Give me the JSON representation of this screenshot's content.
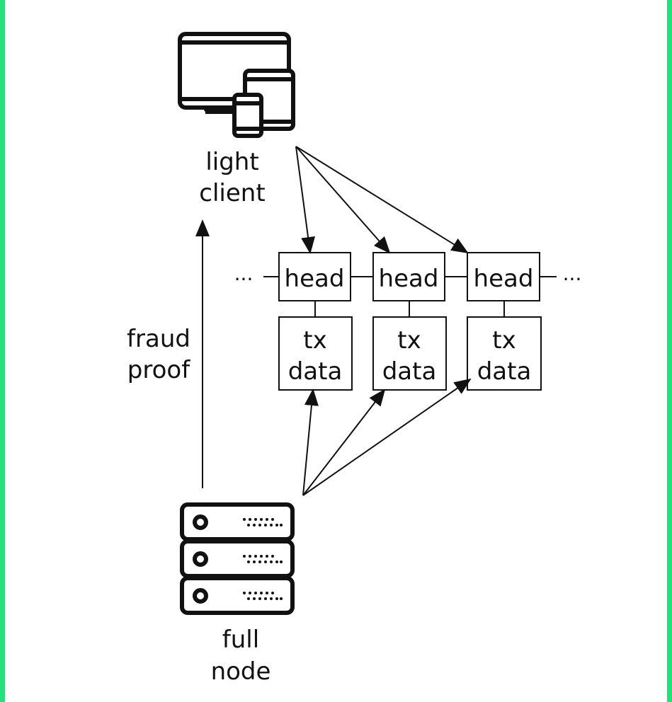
{
  "colors": {
    "border": "#22e07a",
    "ink": "#111111",
    "background": "#ffffff"
  },
  "nodes": {
    "light_client": {
      "icon": "devices-icon",
      "label_line1": "light",
      "label_line2": "client"
    },
    "full_node": {
      "icon": "server-icon",
      "label_line1": "full",
      "label_line2": "node"
    }
  },
  "edges": {
    "fraud_proof": {
      "label_line1": "fraud",
      "label_line2": "proof"
    }
  },
  "chain": {
    "ellipsis_left": "···",
    "ellipsis_right": "···",
    "blocks": [
      {
        "head": "head",
        "data_line1": "tx",
        "data_line2": "data"
      },
      {
        "head": "head",
        "data_line1": "tx",
        "data_line2": "data"
      },
      {
        "head": "head",
        "data_line1": "tx",
        "data_line2": "data"
      }
    ]
  }
}
